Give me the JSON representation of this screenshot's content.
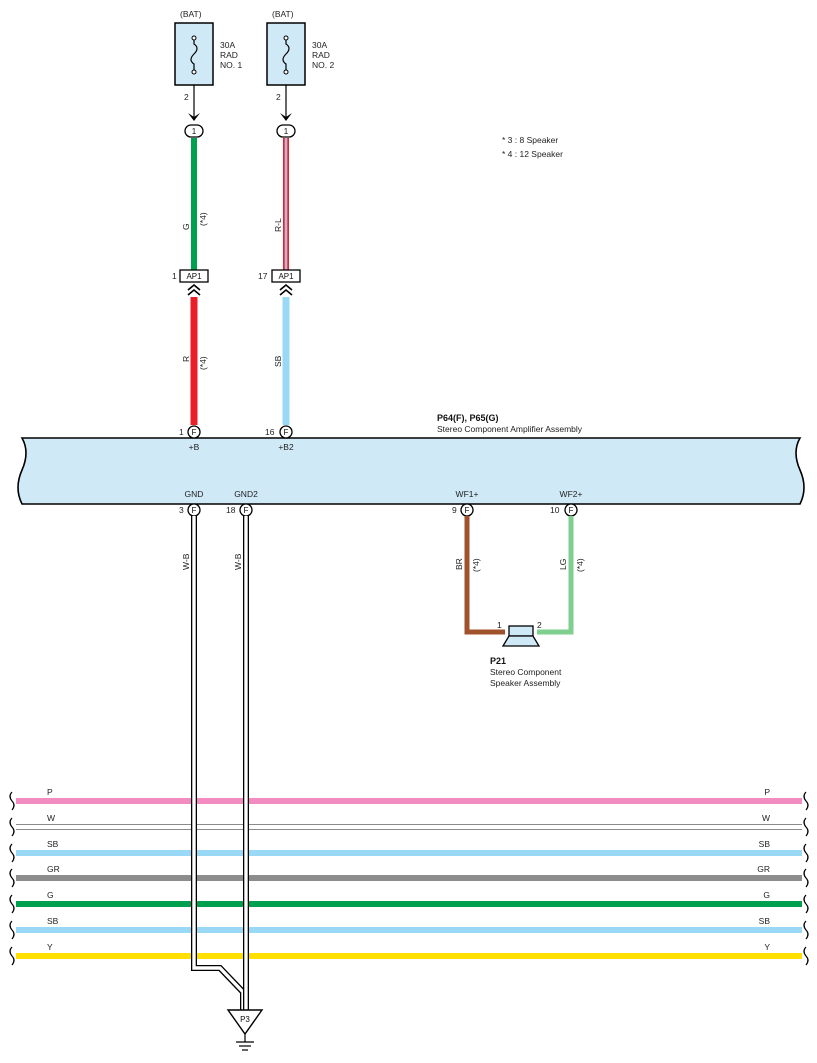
{
  "notes": [
    "* 3 : 8 Speaker",
    "* 4 : 12 Speaker"
  ],
  "fuses": [
    {
      "source": "(BAT)",
      "rating": "30A",
      "name1": "RAD",
      "name2": "NO. 1",
      "pin": "2"
    },
    {
      "source": "(BAT)",
      "rating": "30A",
      "name1": "RAD",
      "name2": "NO. 2",
      "pin": "2"
    }
  ],
  "connector_circle_label": "1",
  "upper_wires": [
    {
      "color_code": "G",
      "note": "(*4)",
      "hex": "#00a050"
    },
    {
      "color_code": "R-L",
      "note": "",
      "hex": "#e8202a"
    }
  ],
  "junctions": [
    {
      "pin": "1",
      "label": "AP1"
    },
    {
      "pin": "17",
      "label": "AP1"
    }
  ],
  "lower_wires": [
    {
      "color_code": "R",
      "note": "(*4)",
      "hex": "#e8202a"
    },
    {
      "color_code": "SB",
      "note": "",
      "hex": "#99d9f5"
    }
  ],
  "amplifier": {
    "id": "P64(F), P65(G)",
    "name": "Stereo Component Amplifier Assembly",
    "fill": "#cfe9f7",
    "connector_letter": "F",
    "top_pins": [
      {
        "pin": "1",
        "term": "+B"
      },
      {
        "pin": "16",
        "term": "+B2"
      }
    ],
    "bottom_pins": [
      {
        "pin": "3",
        "term": "GND"
      },
      {
        "pin": "18",
        "term": "GND2"
      },
      {
        "pin": "9",
        "term": "WF1+"
      },
      {
        "pin": "10",
        "term": "WF2+"
      }
    ]
  },
  "ground_wires": [
    {
      "color_code": "W-B"
    },
    {
      "color_code": "W-B"
    }
  ],
  "speaker_wires": [
    {
      "color_code": "BR",
      "note": "(*4)",
      "hex": "#a0522d"
    },
    {
      "color_code": "LG",
      "note": "(*4)",
      "hex": "#7fcf8f"
    }
  ],
  "speaker": {
    "id": "P21",
    "name1": "Stereo Component",
    "name2": "Speaker Assembly",
    "pin_left": "1",
    "pin_right": "2"
  },
  "bus_wires": [
    {
      "code": "P",
      "hex": "#f28cc0"
    },
    {
      "code": "W",
      "hex": "#ffffff"
    },
    {
      "code": "SB",
      "hex": "#99d9f5"
    },
    {
      "code": "GR",
      "hex": "#8c8c8c"
    },
    {
      "code": "G",
      "hex": "#00a050"
    },
    {
      "code": "SB",
      "hex": "#99d9f5"
    },
    {
      "code": "Y",
      "hex": "#ffe000"
    }
  ],
  "ground_point": {
    "label": "P3"
  }
}
